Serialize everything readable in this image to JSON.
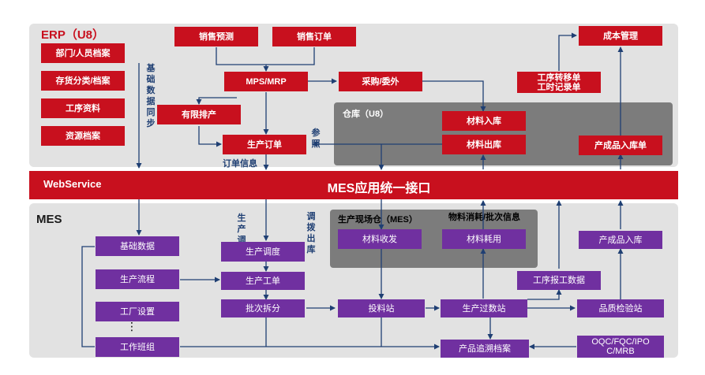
{
  "erp": {
    "title": "ERP（U8）",
    "left_boxes": [
      "部门/人员档案",
      "存货分类/档案",
      "工序资料",
      "资源档案"
    ],
    "sync_label": "基础数据同步",
    "sales_forecast": "销售预测",
    "sales_order": "销售订单",
    "mps_mrp": "MPS/MRP",
    "purchase": "采购/委外",
    "finite_sched": "有限排产",
    "prod_order": "生产订单",
    "ref_label": "参照",
    "order_info_label": "订单信息",
    "process_transfer": "工序转移单\n工时记录单",
    "cost_mgmt": "成本管理"
  },
  "warehouse": {
    "title": "仓库（U8）",
    "mat_in": "材料入库",
    "mat_out": "材料出库",
    "product_in_order": "产成品入库单"
  },
  "interface": {
    "webservice": "WebService",
    "title": "MES应用统一接口"
  },
  "mes": {
    "title": "MES",
    "left_boxes": [
      "基础数据",
      "生产流程",
      "工厂设置",
      "工作班组"
    ],
    "dots": "⋮",
    "prod_dispatch": "生产调度",
    "prod_dispatch_label": "生产调度",
    "transfer_label": "调拨出库",
    "prod_work_order": "生产工单",
    "batch_split": "批次拆分",
    "feed_station": "投料站",
    "prod_count_station": "生产过数站",
    "qc_station": "品质检验站",
    "oqc": "OQC/FQC/IPO\nC/MRB",
    "trace": "产品追溯档案",
    "work_report": "工序报工数据",
    "product_in": "产成品入库",
    "site_wh_title": "生产现场仓（MES）",
    "mat_issue": "材料收发",
    "consume_title": "物料消耗/批次信息",
    "mat_use": "材料耗用"
  },
  "colors": {
    "red": "#c8101e",
    "purple": "#7030a0",
    "panel": "#e2e2e2",
    "warehouse": "#7c7c7c",
    "label": "#1f3f73"
  }
}
